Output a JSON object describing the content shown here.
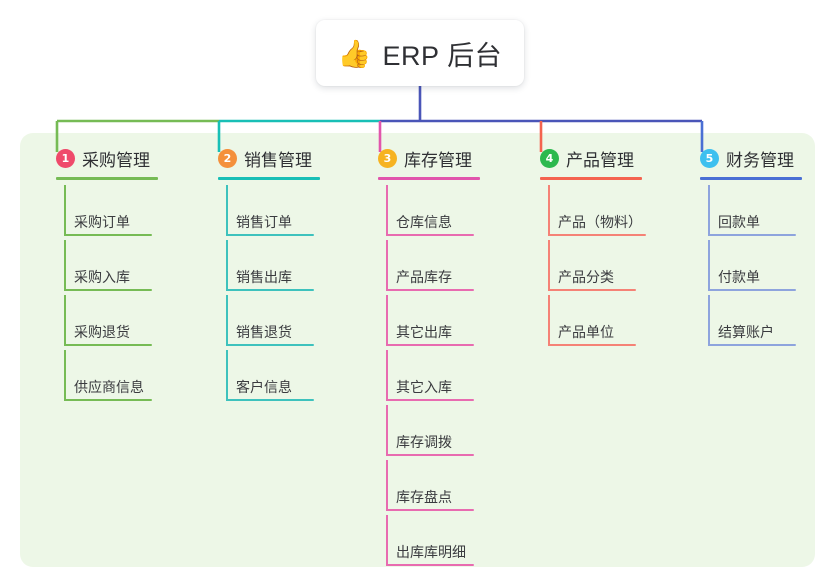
{
  "root": {
    "icon": "thumbs-up-icon",
    "emoji": "👍",
    "title": "ERP 后台"
  },
  "theme": {
    "panel_bg": "#edf7e7",
    "card_bg": "#ffffff",
    "text": "#2f3034",
    "item_text": "#3a3b3f",
    "trunk": "#4a55b8"
  },
  "columns": [
    {
      "index": "1",
      "title": "采购管理",
      "badge_color": "#ef4a6b",
      "rule_color": "#76bb55",
      "line_color": "#76bb55",
      "items": [
        "采购订单",
        "采购入库",
        "采购退货",
        "供应商信息"
      ]
    },
    {
      "index": "2",
      "title": "销售管理",
      "badge_color": "#f4903b",
      "rule_color": "#18bfb6",
      "line_color": "#3ec2bd",
      "items": [
        "销售订单",
        "销售出库",
        "销售退货",
        "客户信息"
      ]
    },
    {
      "index": "3",
      "title": "库存管理",
      "badge_color": "#f6b321",
      "rule_color": "#e155ac",
      "line_color": "#e86bb0",
      "items": [
        "仓库信息",
        "产品库存",
        "其它出库",
        "其它入库",
        "库存调拨",
        "库存盘点",
        "出库库明细"
      ]
    },
    {
      "index": "4",
      "title": "产品管理",
      "badge_color": "#2cb94e",
      "rule_color": "#f4634f",
      "line_color": "#f58276",
      "items": [
        "产品（物料）",
        "产品分类",
        "产品单位"
      ]
    },
    {
      "index": "5",
      "title": "财务管理",
      "badge_color": "#3ec0ef",
      "rule_color": "#4a6fd4",
      "line_color": "#8ea4dd",
      "items": [
        "回款单",
        "付款单",
        "结算账户"
      ]
    }
  ],
  "connectors": {
    "trunk_color": "#4a55b8",
    "segment_1_color": "#76bb55",
    "segment_2_color": "#18bfb6",
    "segment_3_color": "#4a55b8",
    "drop_1_color": "#76bb55",
    "drop_2_color": "#18bfb6",
    "drop_3_color": "#e155ac",
    "drop_4_color": "#f4634f",
    "drop_5_color": "#4a6fd4"
  }
}
